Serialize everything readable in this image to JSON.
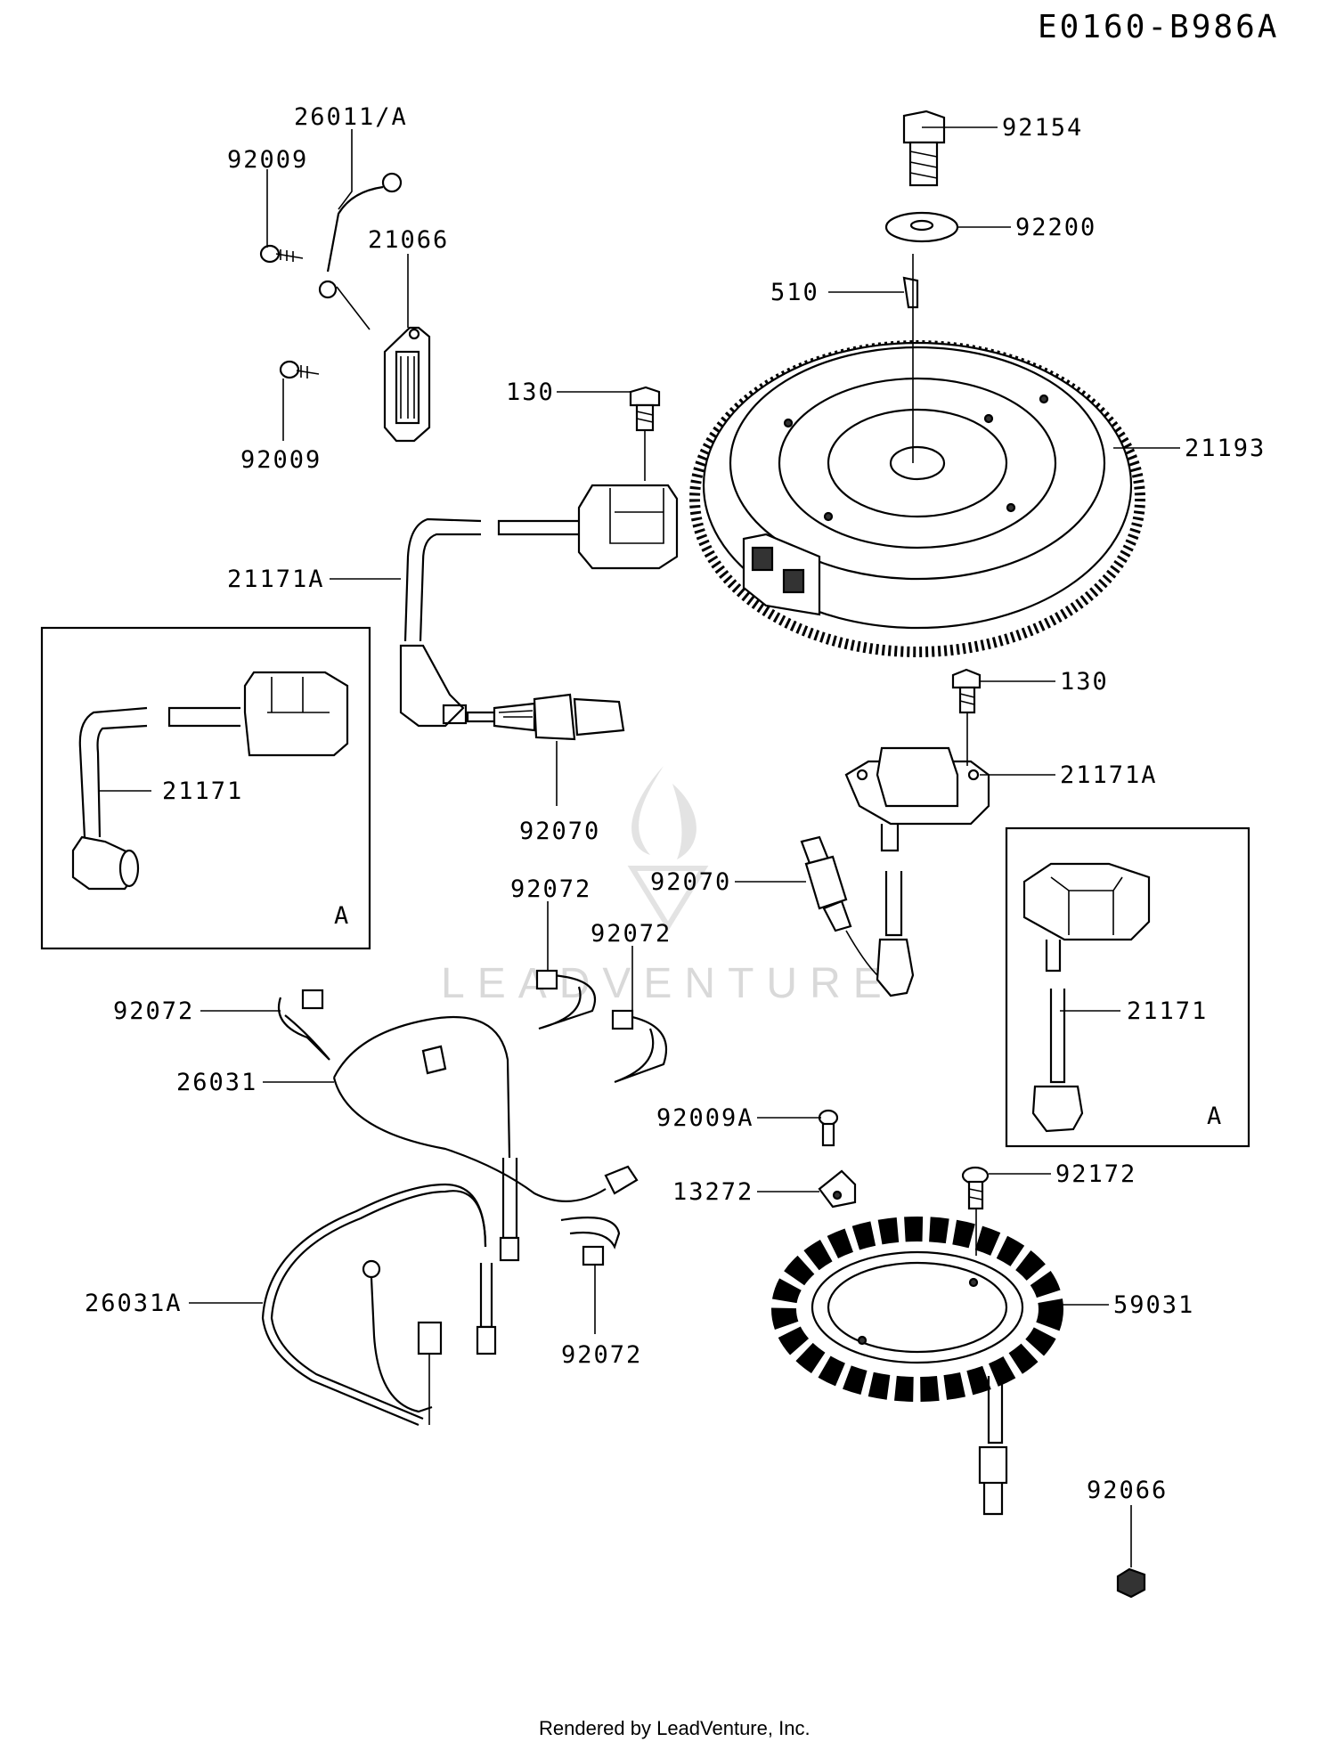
{
  "diagram": {
    "code": "E0160-B986A",
    "footer": "Rendered by LeadVenture, Inc.",
    "watermark": "LEADVENTURE",
    "callouts": [
      {
        "id": "c-26011A",
        "text": "26011/A"
      },
      {
        "id": "c-92009-top",
        "text": "92009"
      },
      {
        "id": "c-21066",
        "text": "21066"
      },
      {
        "id": "c-92009-bottom",
        "text": "92009"
      },
      {
        "id": "c-92154",
        "text": "92154"
      },
      {
        "id": "c-92200",
        "text": "92200"
      },
      {
        "id": "c-510",
        "text": "510"
      },
      {
        "id": "c-130-top",
        "text": "130"
      },
      {
        "id": "c-21193",
        "text": "21193"
      },
      {
        "id": "c-21171A-left",
        "text": "21171A"
      },
      {
        "id": "c-21171-inset-left",
        "text": "21171"
      },
      {
        "id": "c-A-left",
        "text": "A"
      },
      {
        "id": "c-92070-left",
        "text": "92070"
      },
      {
        "id": "c-130-right",
        "text": "130"
      },
      {
        "id": "c-21171A-right",
        "text": "21171A"
      },
      {
        "id": "c-92070-right",
        "text": "92070"
      },
      {
        "id": "c-92072-a",
        "text": "92072"
      },
      {
        "id": "c-92072-b",
        "text": "92072"
      },
      {
        "id": "c-92072-c",
        "text": "92072"
      },
      {
        "id": "c-26031",
        "text": "26031"
      },
      {
        "id": "c-21171-inset-right",
        "text": "21171"
      },
      {
        "id": "c-A-right",
        "text": "A"
      },
      {
        "id": "c-92009A",
        "text": "92009A"
      },
      {
        "id": "c-13272",
        "text": "13272"
      },
      {
        "id": "c-92172",
        "text": "92172"
      },
      {
        "id": "c-26031A",
        "text": "26031A"
      },
      {
        "id": "c-59031",
        "text": "59031"
      },
      {
        "id": "c-92072-d",
        "text": "92072"
      },
      {
        "id": "c-92066",
        "text": "92066"
      }
    ]
  }
}
